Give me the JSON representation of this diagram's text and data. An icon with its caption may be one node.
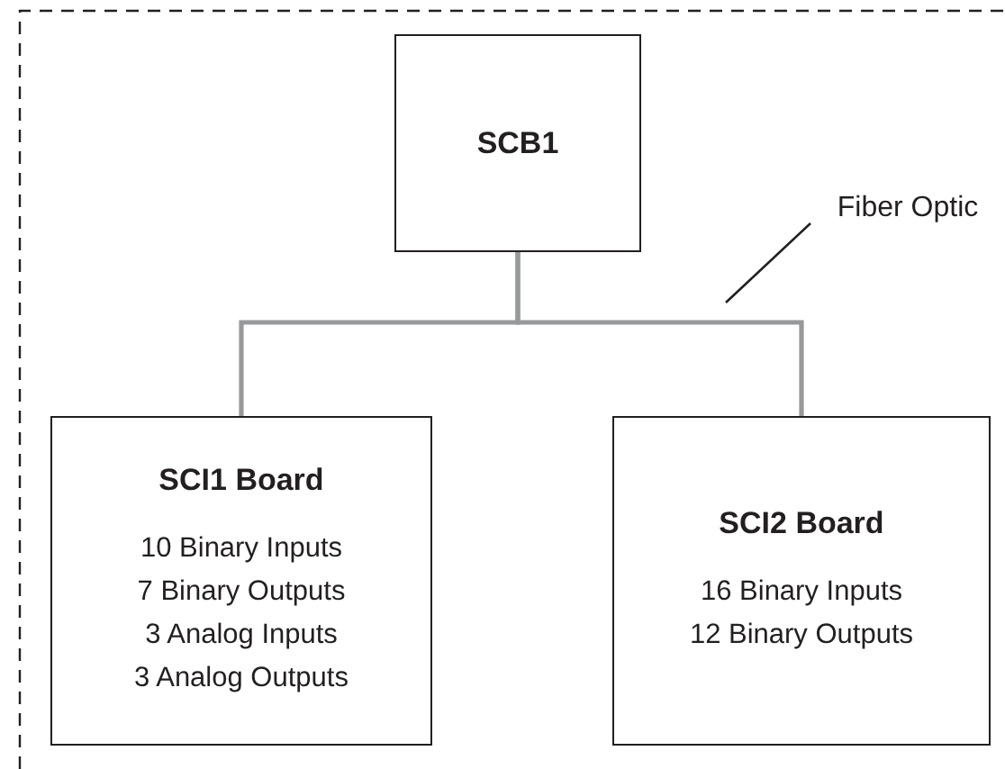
{
  "diagram": {
    "nodes": [
      {
        "text": [
          "SCB1"
        ]
      },
      {
        "text": [
          "SCI1 Board",
          "10 Binary Inputs",
          "7 Binary Outputs",
          "3 Analog Inputs",
          "3 Analog Outputs"
        ]
      },
      {
        "text": [
          "SCI2 Board",
          "16 Binary Inputs",
          "12 Binary Outputs"
        ]
      },
      {
        "text": [
          "Fiber Optic"
        ]
      }
    ],
    "edges": [
      {
        "from": 0,
        "to": 1,
        "arrow": "none"
      },
      {
        "from": 0,
        "to": 2,
        "arrow": "none"
      },
      {
        "from": 3,
        "to": null,
        "arrow": "none",
        "color": "#231f20"
      }
    ]
  }
}
